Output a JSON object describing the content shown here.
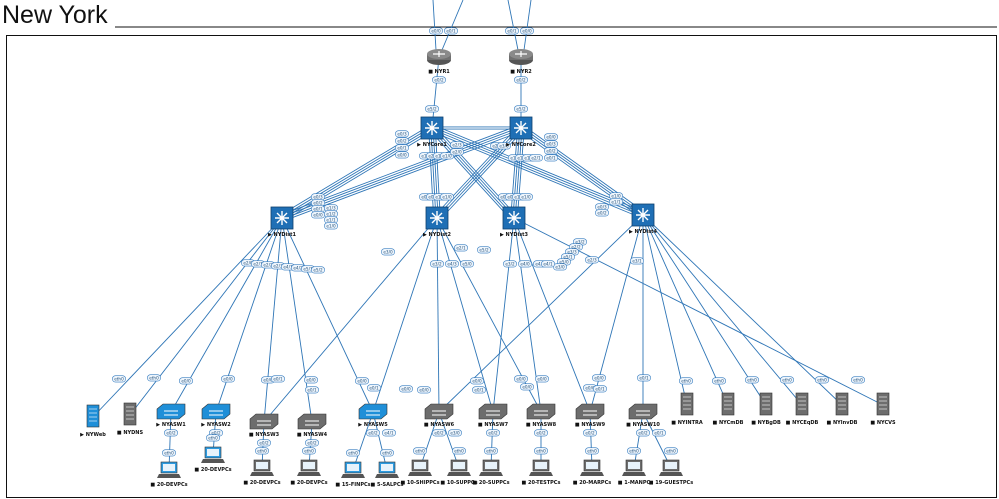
{
  "title": "New York",
  "colors": {
    "link": "#2e75b6",
    "router": "#8a8a8a",
    "switch_l3": "#1f6fb5",
    "switch_l2_blue": "#1f8fd8",
    "switch_l2_gray": "#6d6d6d",
    "server_blue": "#1f8fd8",
    "server_gray": "#6d6d6d",
    "pc_blue": "#2e9be0",
    "pc_gray": "#6d6d6d"
  },
  "routers": [
    {
      "name": "NYR1",
      "ports": [
        "e0/0",
        "e0/1",
        "e0/2"
      ]
    },
    {
      "name": "NYR2",
      "ports": [
        "e0/1",
        "e0/0",
        "e0/2"
      ]
    }
  ],
  "cores": [
    {
      "name": "NYCore1",
      "uplink": "e5/2",
      "left_ports": [
        "e0/3",
        "e0/2",
        "e0/1",
        "e0/0"
      ],
      "bottom_ports": [
        "e1/3",
        "e2/1",
        "e1/1",
        "e1/0"
      ],
      "right_ports": [
        "e2/0",
        "e2/3"
      ]
    },
    {
      "name": "NYCore2",
      "uplink": "e5/2",
      "left_ports": [
        "e2/3",
        "e3/0"
      ],
      "bottom_ports": [
        "e1/3",
        "e1/0",
        "e1/1",
        "e2/1"
      ],
      "right_ports": [
        "e0/0",
        "e0/3",
        "e0/2",
        "e0/1"
      ]
    }
  ],
  "distributions": [
    {
      "name": "NYDist1",
      "top_ports": [
        "e0/3",
        "e0/2",
        "e0/1",
        "e0/0",
        "e1/3",
        "e1/2",
        "e1/1",
        "e1/0"
      ],
      "bottom_ports": [
        "e2/0",
        "e2/1",
        "e2/2",
        "e2/3",
        "e4/1",
        "e4/2",
        "e5/1",
        "e5/2",
        "e3/0"
      ]
    },
    {
      "name": "NYDist2",
      "top_ports": [
        "e0/3",
        "e0/2",
        "e1/1",
        "e1/0"
      ],
      "bottom_ports": [
        "e3/2",
        "e4/3",
        "e2/1",
        "e5/0",
        "e5/2"
      ]
    },
    {
      "name": "NYDist3",
      "top_ports": [
        "e0/3",
        "e0/2",
        "e1/1",
        "e1/0"
      ],
      "bottom_ports": [
        "e3/2",
        "e4/0",
        "e4/3"
      ]
    },
    {
      "name": "NYDist4",
      "top_ports": [
        "e0/3",
        "e0/2",
        "e1/0",
        "e1/1"
      ],
      "bottom_ports": [
        "e3/2",
        "e2/2",
        "e3/3",
        "e5/1",
        "e5/0",
        "e3/0",
        "e4/1",
        "e2/3",
        "e3/1"
      ]
    }
  ],
  "access": [
    {
      "name": "NYASW1",
      "uplink": "e0/0",
      "down": "e0/2",
      "pc": "20-DEVPCs",
      "style": "blue"
    },
    {
      "name": "NYASW2",
      "uplink": "e0/0",
      "down": "e0/2",
      "pc": "20-DEVPCs",
      "style": "blue"
    },
    {
      "name": "NYASW3",
      "uplink": "e0/0",
      "down": "e0/2",
      "pc": "20-DEVPCs",
      "style": "gray"
    },
    {
      "name": "NYASW4",
      "uplink": "e0/0",
      "down": "e0/2",
      "pc": "20-DEVPCs",
      "style": "gray"
    },
    {
      "name": "NYASW5",
      "uplink": "e0/0",
      "down": "e0/2",
      "pc": "15-FINPCs",
      "style": "blue"
    },
    {
      "name": "NYASW6",
      "uplink": "e0/0",
      "down": "e0/2",
      "pc": "10-SHIPPCs",
      "style": "gray"
    },
    {
      "name": "NYASW7",
      "uplink": "e0/0",
      "down": "e0/2",
      "pc": "20-SUPPCs",
      "style": "gray"
    },
    {
      "name": "NYASW8",
      "uplink": "e0/0",
      "down": "e0/2",
      "pc": "20-TESTPCs",
      "style": "gray"
    },
    {
      "name": "NYASW9",
      "uplink": "e0/0",
      "down": "e0/2",
      "pc": "20-MARPCs",
      "style": "gray"
    },
    {
      "name": "NYASW10",
      "uplink": "e0/0",
      "down": "e0/2",
      "pc": "1-MANPC",
      "style": "gray"
    }
  ],
  "extra_pcs": [
    {
      "name": "5-SALPCs",
      "port": "e4/1"
    },
    {
      "name": "10-SUPPCs",
      "port": "e3/0"
    },
    {
      "name": "19-GUESTPCs",
      "port": "e0/1"
    }
  ],
  "servers": [
    {
      "name": "NYWeb",
      "style": "blue",
      "port": "eth0"
    },
    {
      "name": "NYDNS",
      "style": "gray",
      "port": "eth0"
    },
    {
      "name": "NYINTRA",
      "style": "gray",
      "port": "eth0"
    },
    {
      "name": "NYCmDB",
      "style": "gray",
      "port": "eth0"
    },
    {
      "name": "NYBgDB",
      "style": "gray",
      "port": "eth0"
    },
    {
      "name": "NYCEqDB",
      "style": "gray",
      "port": "eth0"
    },
    {
      "name": "NYInvDB",
      "style": "gray",
      "port": "eth0"
    },
    {
      "name": "NYCVS",
      "style": "gray",
      "port": "eth0"
    }
  ],
  "pc_port": "eth0"
}
